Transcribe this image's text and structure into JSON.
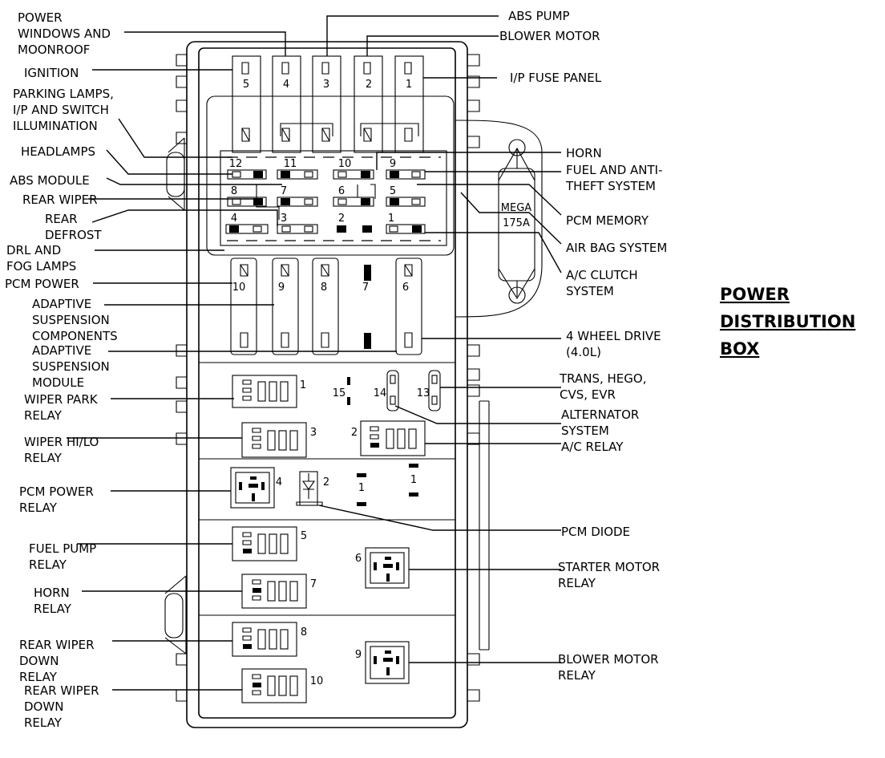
{
  "title": [
    "POWER",
    "DISTRIBUTION",
    "BOX"
  ],
  "left_labels": [
    {
      "id": "power-windows",
      "lines": [
        "POWER",
        "WINDOWS AND",
        "MOONROOF"
      ]
    },
    {
      "id": "ignition",
      "lines": [
        "IGNITION"
      ]
    },
    {
      "id": "parking-lamps",
      "lines": [
        "PARKING LAMPS,",
        "I/P AND SWITCH",
        "ILLUMINATION"
      ]
    },
    {
      "id": "headlamps",
      "lines": [
        "HEADLAMPS"
      ]
    },
    {
      "id": "abs-module",
      "lines": [
        "ABS MODULE"
      ]
    },
    {
      "id": "rear-wiper",
      "lines": [
        "REAR WIPER"
      ]
    },
    {
      "id": "rear-defrost",
      "lines": [
        "REAR",
        "DEFROST"
      ]
    },
    {
      "id": "drl-fog",
      "lines": [
        "DRL  AND",
        "FOG LAMPS"
      ]
    },
    {
      "id": "pcm-power-fuse",
      "lines": [
        "PCM POWER"
      ]
    },
    {
      "id": "adaptive-susp-components",
      "lines": [
        "ADAPTIVE",
        "SUSPENSION",
        "COMPONENTS"
      ]
    },
    {
      "id": "adaptive-susp-module",
      "lines": [
        "ADAPTIVE",
        "SUSPENSION",
        "MODULE"
      ]
    },
    {
      "id": "wiper-park-relay",
      "lines": [
        "WIPER PARK",
        "RELAY"
      ]
    },
    {
      "id": "wiper-hilo-relay",
      "lines": [
        "WIPER HI/LO",
        "RELAY"
      ]
    },
    {
      "id": "pcm-power-relay",
      "lines": [
        "PCM POWER",
        "RELAY"
      ]
    },
    {
      "id": "fuel-pump-relay",
      "lines": [
        "FUEL PUMP",
        "RELAY"
      ]
    },
    {
      "id": "horn-relay",
      "lines": [
        "HORN",
        "RELAY"
      ]
    },
    {
      "id": "rear-wiper-down-relay-1",
      "lines": [
        "REAR WIPER",
        "DOWN",
        "RELAY"
      ]
    },
    {
      "id": "rear-wiper-down-relay-2",
      "lines": [
        "REAR WIPER",
        "DOWN",
        "RELAY"
      ]
    }
  ],
  "right_labels": [
    {
      "id": "abs-pump",
      "lines": [
        "ABS PUMP"
      ]
    },
    {
      "id": "blower-motor",
      "lines": [
        "BLOWER MOTOR"
      ]
    },
    {
      "id": "ip-fuse-panel",
      "lines": [
        "I/P FUSE PANEL"
      ]
    },
    {
      "id": "horn",
      "lines": [
        "HORN"
      ]
    },
    {
      "id": "fuel-anti-theft",
      "lines": [
        "FUEL AND ANTI-",
        "THEFT  SYSTEM"
      ]
    },
    {
      "id": "pcm-memory",
      "lines": [
        "PCM MEMORY"
      ]
    },
    {
      "id": "air-bag",
      "lines": [
        "AIR BAG SYSTEM"
      ]
    },
    {
      "id": "ac-clutch",
      "lines": [
        "A/C CLUTCH",
        "SYSTEM"
      ]
    },
    {
      "id": "four-wheel-drive",
      "lines": [
        "4 WHEEL DRIVE",
        "(4.0L)"
      ]
    },
    {
      "id": "trans-hego",
      "lines": [
        "TRANS,  HEGO,",
        "CVS,  EVR"
      ]
    },
    {
      "id": "alternator",
      "lines": [
        "ALTERNATOR",
        "SYSTEM"
      ]
    },
    {
      "id": "ac-relay",
      "lines": [
        "A/C RELAY"
      ]
    },
    {
      "id": "pcm-diode",
      "lines": [
        "PCM DIODE"
      ]
    },
    {
      "id": "starter-motor-relay",
      "lines": [
        "STARTER MOTOR",
        "RELAY"
      ]
    },
    {
      "id": "blower-motor-relay",
      "lines": [
        "BLOWER MOTOR",
        "RELAY"
      ]
    }
  ],
  "numbers": {
    "top_maxi_fuses": [
      "5",
      "4",
      "3",
      "2",
      "1"
    ],
    "mini_fuses_row1": [
      "12",
      "11",
      "10",
      "9"
    ],
    "mini_fuses_row2": [
      "8",
      "7",
      "6",
      "5"
    ],
    "mini_fuses_row3": [
      "4",
      "3",
      "2",
      "1"
    ],
    "mega_fuse": [
      "MEGA",
      "175A"
    ],
    "middle_maxi_fuses": [
      "10",
      "9",
      "8",
      "7",
      "6"
    ],
    "small_fuses": [
      "15",
      "14",
      "13"
    ],
    "relays": [
      "1",
      "3",
      "2",
      "4",
      "5",
      "6",
      "7",
      "8",
      "9",
      "10"
    ],
    "diode": "2",
    "diode_jumpers": [
      "1",
      "1"
    ]
  }
}
